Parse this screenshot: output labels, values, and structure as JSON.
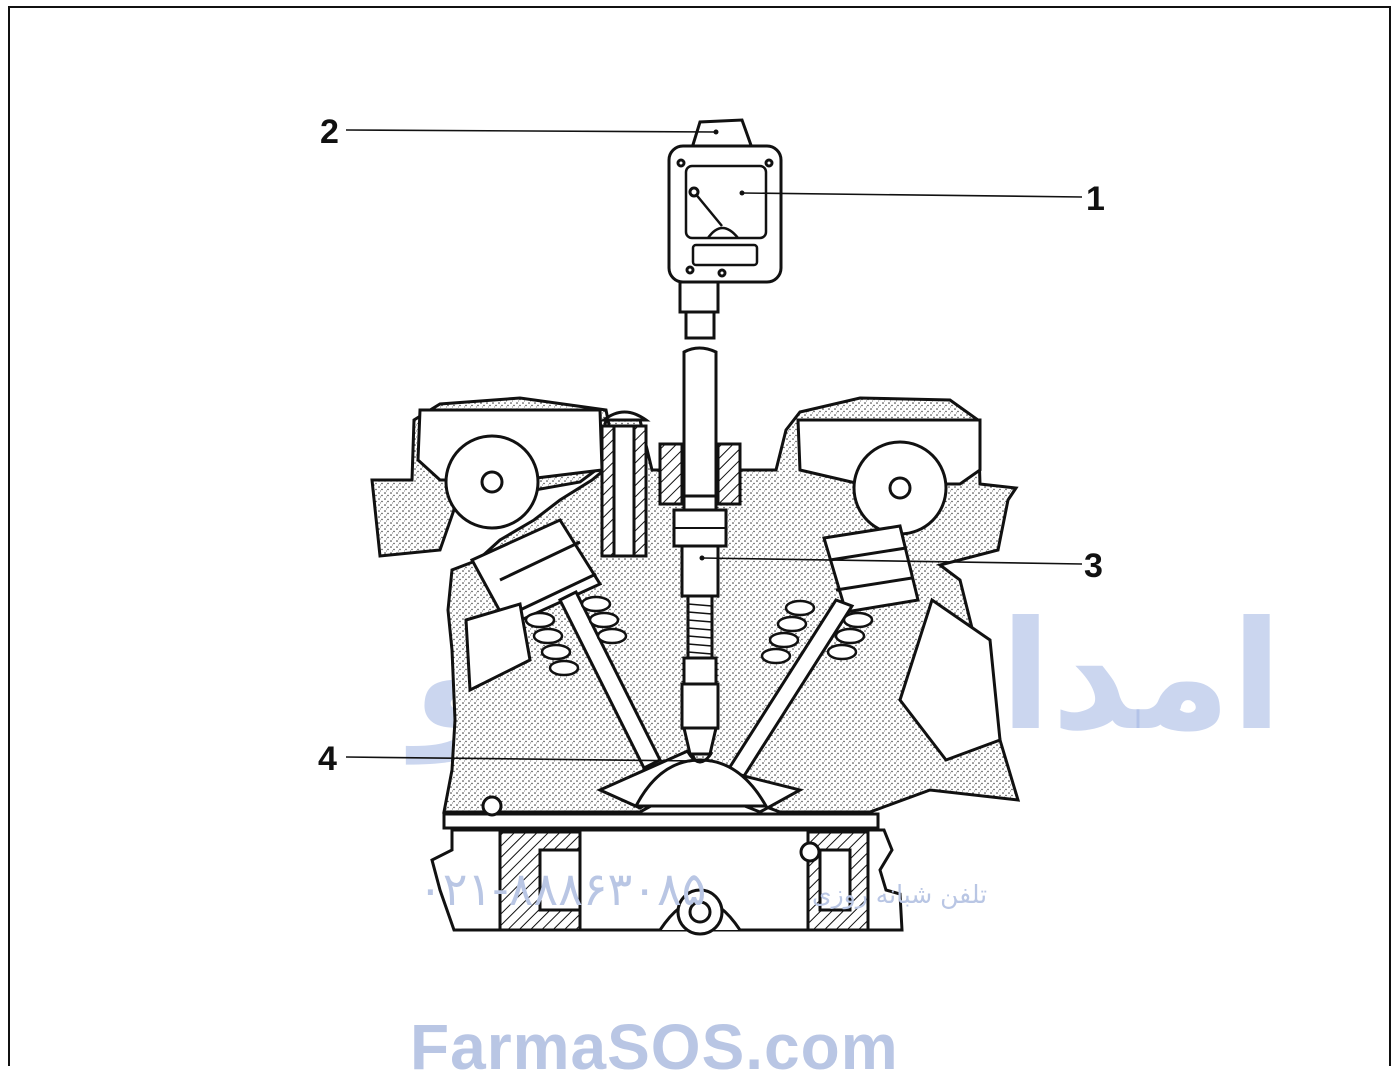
{
  "callouts": [
    {
      "id": "1",
      "label": "1"
    },
    {
      "id": "2",
      "label": "2"
    },
    {
      "id": "3",
      "label": "3"
    },
    {
      "id": "4",
      "label": "4"
    }
  ],
  "parts": {
    "gauge": "compression-gauge",
    "head": "cylinder-head",
    "adapter": "spark-plug-adapter",
    "combustion_chamber": "combustion-chamber"
  },
  "watermark": {
    "url": "FarmaSOS.com",
    "phone_label": "تلفن شبانه روزی",
    "phone_number": "۰۲۱-۸۸۸۶۳۰۸۵",
    "logo_text": "امداد خودرو"
  },
  "colors": {
    "line": "#111111",
    "stipple": "#9a9a9a",
    "watermark": "#b9c6e4"
  }
}
